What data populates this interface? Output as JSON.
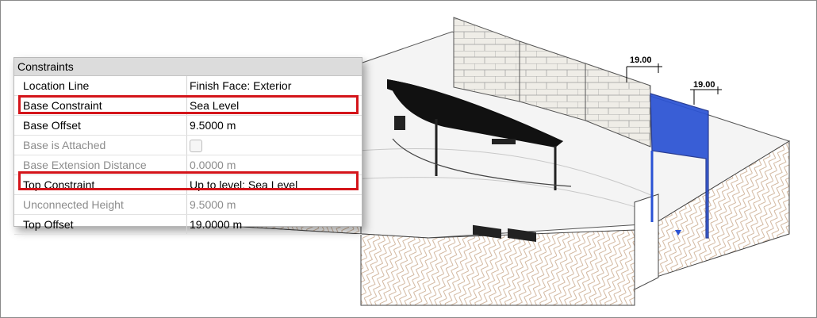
{
  "properties": {
    "header": "Constraints",
    "rows": [
      {
        "label": "Location Line",
        "value": "Finish Face: Exterior"
      },
      {
        "label": "Base Constraint",
        "value": "Sea Level"
      },
      {
        "label": "Base Offset",
        "value": "9.5000 m"
      },
      {
        "label": "Base is Attached",
        "value": ""
      },
      {
        "label": "Base Extension Distance",
        "value": "0.0000 m"
      },
      {
        "label": "Top Constraint",
        "value": "Up to level: Sea Level"
      },
      {
        "label": "Unconnected Height",
        "value": "9.5000 m"
      },
      {
        "label": "Top Offset",
        "value": "19.0000 m"
      }
    ],
    "highlight_color": "#d4141a"
  },
  "model_view": {
    "dimension_labels": [
      "19.00",
      "19.00"
    ],
    "selected_wall_color": "#2a52d4"
  }
}
